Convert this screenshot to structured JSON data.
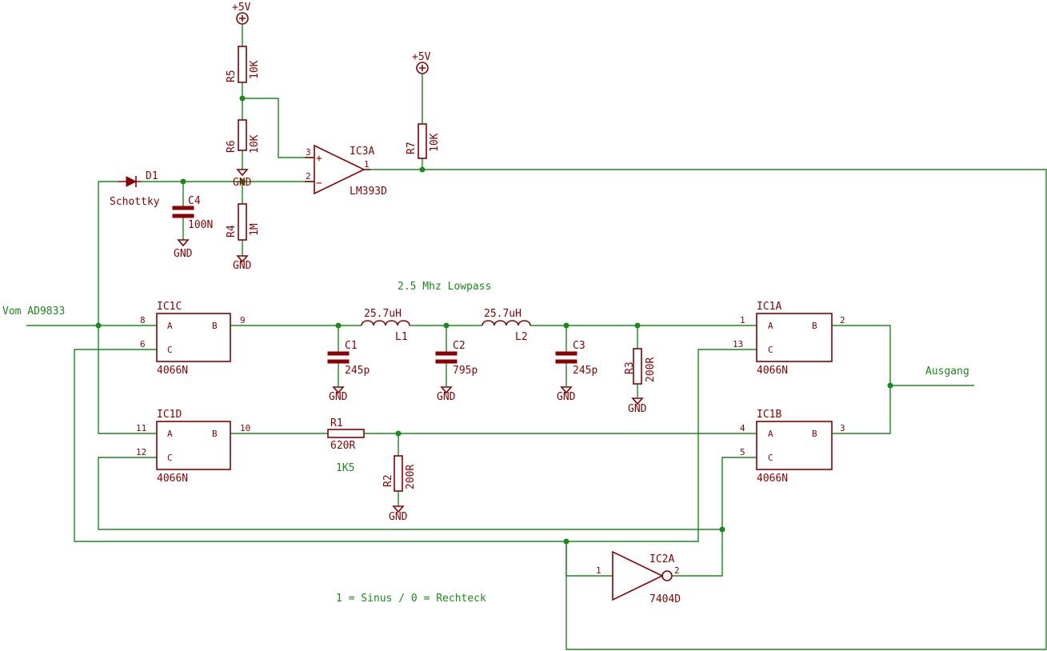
{
  "nets": {
    "input": "Vom AD9833",
    "output": "Ausgang",
    "lowpass_note": "2.5 Mhz Lowpass",
    "r_note": "1K5",
    "mode_note": "1 = Sinus / 0 = Rechteck"
  },
  "power": {
    "vcc": "+5V",
    "gnd": "GND"
  },
  "components": {
    "R5": {
      "name": "R5",
      "value": "10K"
    },
    "R6": {
      "name": "R6",
      "value": "10K"
    },
    "R4": {
      "name": "R4",
      "value": "1M"
    },
    "R7": {
      "name": "R7",
      "value": "10K"
    },
    "R3": {
      "name": "R3",
      "value": "200R"
    },
    "R2": {
      "name": "R2",
      "value": "200R"
    },
    "R1": {
      "name": "R1",
      "value": "620R"
    },
    "C4": {
      "name": "C4",
      "value": "100N"
    },
    "C1": {
      "name": "C1",
      "value": "245p"
    },
    "C2": {
      "name": "C2",
      "value": "795p"
    },
    "C3": {
      "name": "C3",
      "value": "245p"
    },
    "L1": {
      "name": "L1",
      "value": "25.7uH"
    },
    "L2": {
      "name": "L2",
      "value": "25.7uH"
    },
    "D1": {
      "name": "D1",
      "value": "Schottky"
    },
    "IC3A": {
      "name": "IC3A",
      "value": "LM393D"
    },
    "IC2A": {
      "name": "IC2A",
      "value": "7404D"
    },
    "IC1A": {
      "name": "IC1A",
      "value": "4066N",
      "pin_a": "1",
      "pin_b": "2",
      "pin_c": "13"
    },
    "IC1B": {
      "name": "IC1B",
      "value": "4066N",
      "pin_a": "4",
      "pin_b": "3",
      "pin_c": "5"
    },
    "IC1C": {
      "name": "IC1C",
      "value": "4066N",
      "pin_a": "8",
      "pin_b": "9",
      "pin_c": "6"
    },
    "IC1D": {
      "name": "IC1D",
      "value": "4066N",
      "pin_a": "11",
      "pin_b": "10",
      "pin_c": "12"
    }
  },
  "pin_letters": {
    "a": "A",
    "b": "B",
    "c": "C"
  },
  "opamp_pins": {
    "plus": "3",
    "minus": "2",
    "out": "1",
    "plus_sym": "+",
    "minus_sym": "−"
  },
  "inverter_pins": {
    "in": "1",
    "out": "2"
  }
}
